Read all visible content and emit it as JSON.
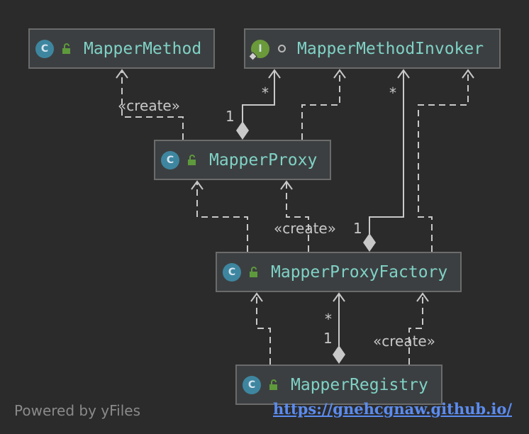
{
  "nodes": {
    "mapper_method": {
      "name": "MapperMethod",
      "badge": "C"
    },
    "mapper_method_invoker": {
      "name": "MapperMethodInvoker",
      "badge": "I"
    },
    "mapper_proxy": {
      "name": "MapperProxy",
      "badge": "C"
    },
    "mapper_proxy_factory": {
      "name": "MapperProxyFactory",
      "badge": "C"
    },
    "mapper_registry": {
      "name": "MapperRegistry",
      "badge": "C"
    }
  },
  "edge_labels": {
    "create_method": "«create»",
    "create_proxy": "«create»",
    "create_factory": "«create»",
    "proxy_invoker_many": "*",
    "proxy_invoker_one": "1",
    "factory_invoker_many": "*",
    "factory_invoker_one": "1",
    "registry_factory_many": "*",
    "registry_factory_one": "1"
  },
  "footer": {
    "powered_by": "Powered by yFiles",
    "link": "https://gnehcgnaw.github.io/"
  }
}
